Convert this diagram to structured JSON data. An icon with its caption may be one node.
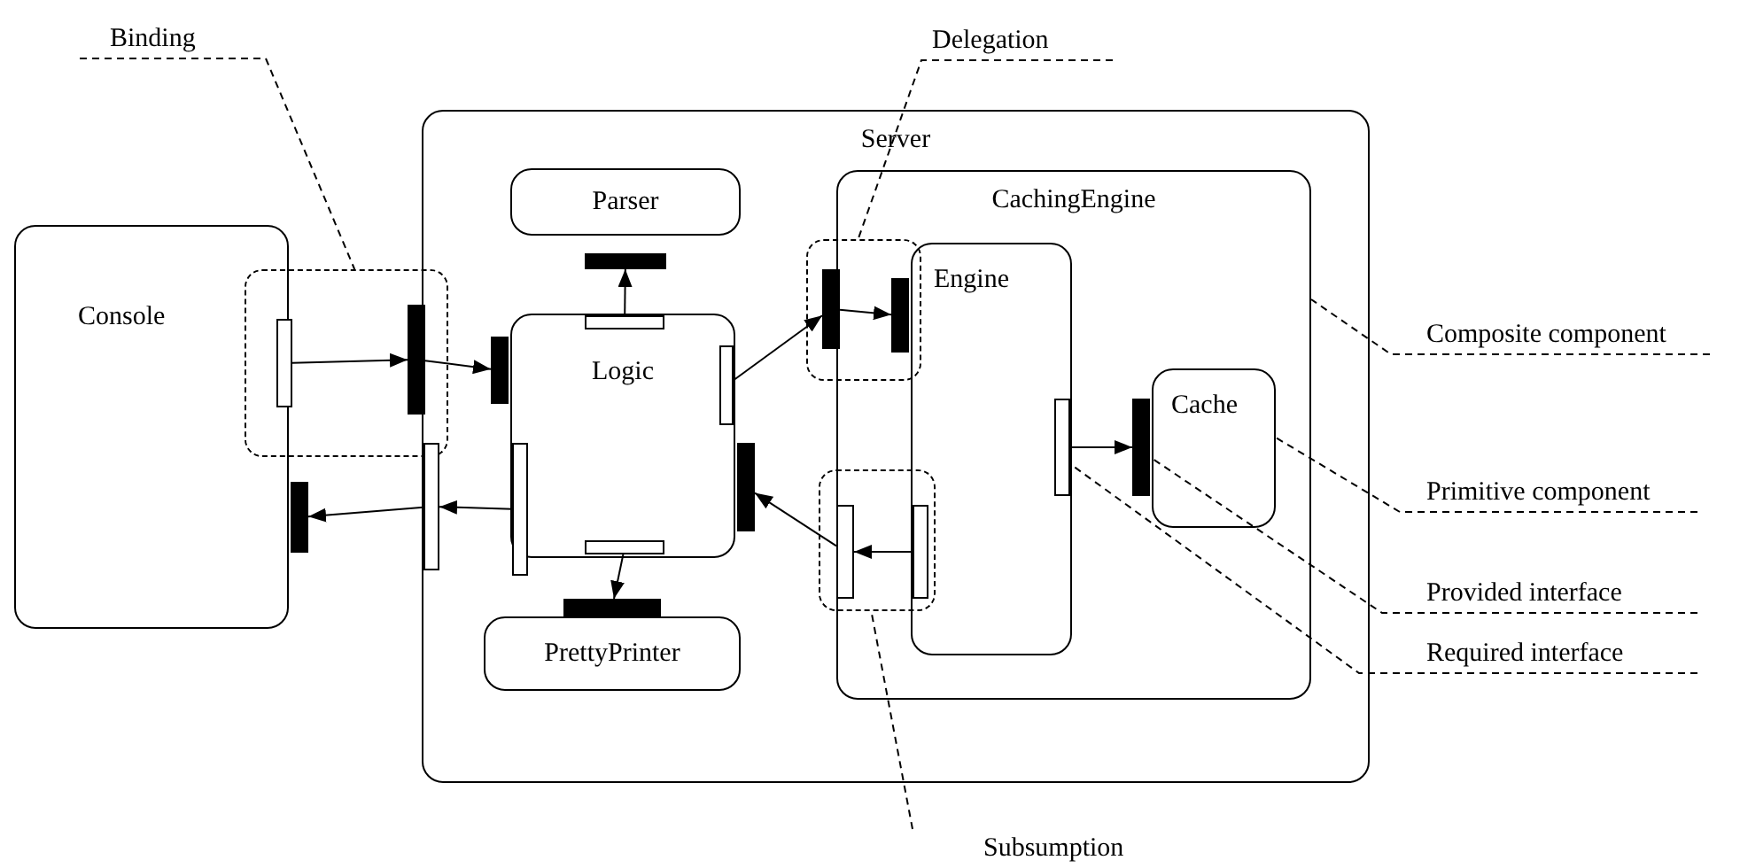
{
  "diagram": {
    "nodes": [
      {
        "text": [
          "Console"
        ]
      },
      {
        "text": [
          "Server"
        ]
      },
      {
        "text": [
          "Parser"
        ],
        "in": 1
      },
      {
        "text": [
          "Logic"
        ],
        "in": 1
      },
      {
        "text": [
          "PrettyPrinter"
        ],
        "in": 1
      },
      {
        "text": [
          "CachingEngine"
        ],
        "in": 1
      },
      {
        "text": [
          "Engine"
        ],
        "in": 5
      },
      {
        "text": [
          "Cache"
        ],
        "in": 5
      },
      {
        "text": [],
        "shape": "bar",
        "in": 26
      },
      {
        "text": [],
        "shape": "bar"
      },
      {
        "text": [],
        "shape": "bar",
        "in": 26
      },
      {
        "text": [],
        "shape": "bar",
        "in": 1
      },
      {
        "text": [],
        "shape": "bar",
        "in": 1
      },
      {
        "text": [],
        "shape": "bar",
        "in": 3
      },
      {
        "text": [],
        "shape": "bar",
        "in": 3
      },
      {
        "text": [],
        "shape": "bar",
        "in": 1
      },
      {
        "text": [],
        "shape": "bar",
        "in": 3
      },
      {
        "text": [],
        "shape": "bar",
        "in": 1
      },
      {
        "text": [],
        "shape": "bar",
        "in": 3
      },
      {
        "text": [],
        "shape": "bar",
        "in": 1
      },
      {
        "text": [],
        "shape": "bar",
        "in": 27
      },
      {
        "text": [],
        "shape": "bar"
      },
      {
        "text": [],
        "shape": "bar",
        "in": 28
      },
      {
        "text": [],
        "shape": "bar"
      },
      {
        "text": [],
        "shape": "bar",
        "in": 6
      },
      {
        "text": [],
        "shape": "bar",
        "in": 5
      },
      {
        "text": [],
        "shape": "box"
      },
      {
        "text": [],
        "shape": "box",
        "in": 1
      },
      {
        "text": [],
        "shape": "box",
        "in": 1
      },
      {
        "text": [
          "Binding"
        ]
      },
      {
        "text": [
          "Delegation"
        ]
      },
      {
        "text": [
          "Composite component"
        ]
      },
      {
        "text": [
          "Primitive component"
        ]
      },
      {
        "text": [
          "Provided interface"
        ]
      },
      {
        "text": [
          "Required interface"
        ]
      },
      {
        "text": [
          "Subsumption"
        ]
      }
    ],
    "edges": [
      {
        "from": 8,
        "to": 10,
        "arrow": "to"
      },
      {
        "from": 10,
        "to": 12,
        "arrow": "to"
      },
      {
        "from": 13,
        "to": 11,
        "arrow": "to"
      },
      {
        "from": 11,
        "to": 9,
        "arrow": "to"
      },
      {
        "from": 14,
        "to": 15,
        "arrow": "to"
      },
      {
        "from": 18,
        "to": 19,
        "arrow": "to"
      },
      {
        "from": 16,
        "to": 20,
        "arrow": "to"
      },
      {
        "from": 20,
        "to": 21,
        "arrow": "to"
      },
      {
        "from": 23,
        "to": 22,
        "arrow": "to"
      },
      {
        "from": 22,
        "to": 17,
        "arrow": "to"
      },
      {
        "from": 24,
        "to": 25,
        "arrow": "to"
      },
      {
        "from": 29,
        "to": 26,
        "arrow": "none",
        "style": "dashed"
      },
      {
        "from": 30,
        "to": 27,
        "arrow": "none",
        "style": "dashed"
      },
      {
        "from": 31,
        "to": 5,
        "arrow": "none",
        "style": "dashed"
      },
      {
        "from": 32,
        "to": 7,
        "arrow": "none",
        "style": "dashed"
      },
      {
        "from": 33,
        "to": 25,
        "arrow": "none",
        "style": "dashed"
      },
      {
        "from": 34,
        "to": 24,
        "arrow": "none",
        "style": "dashed"
      },
      {
        "from": 35,
        "to": 28,
        "arrow": "none",
        "style": "dashed"
      }
    ]
  }
}
